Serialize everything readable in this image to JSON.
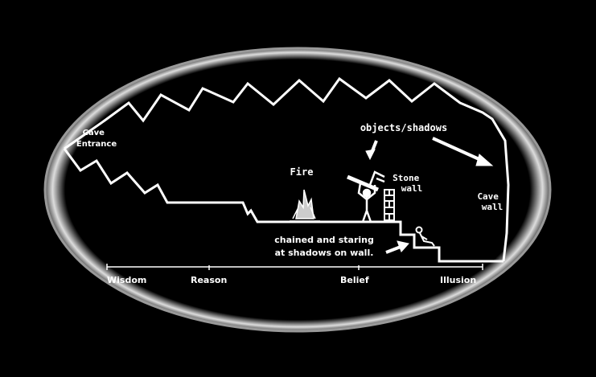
{
  "labels": {
    "cave_entrance": [
      "Cave",
      "Entrance"
    ],
    "fire": "Fire",
    "objects_shadows": "objects/shadows",
    "stone_wall": [
      "Stone",
      "wall"
    ],
    "cave_wall": [
      "Cave",
      "wall"
    ],
    "chained": [
      "chained and staring",
      "at shadows on wall."
    ]
  },
  "scale": [
    "Wisdom",
    "Reason",
    "Belief",
    "Illusion"
  ],
  "colors": {
    "background": "#000000",
    "line": "#ffffff",
    "rim": "#bbbbbb"
  }
}
